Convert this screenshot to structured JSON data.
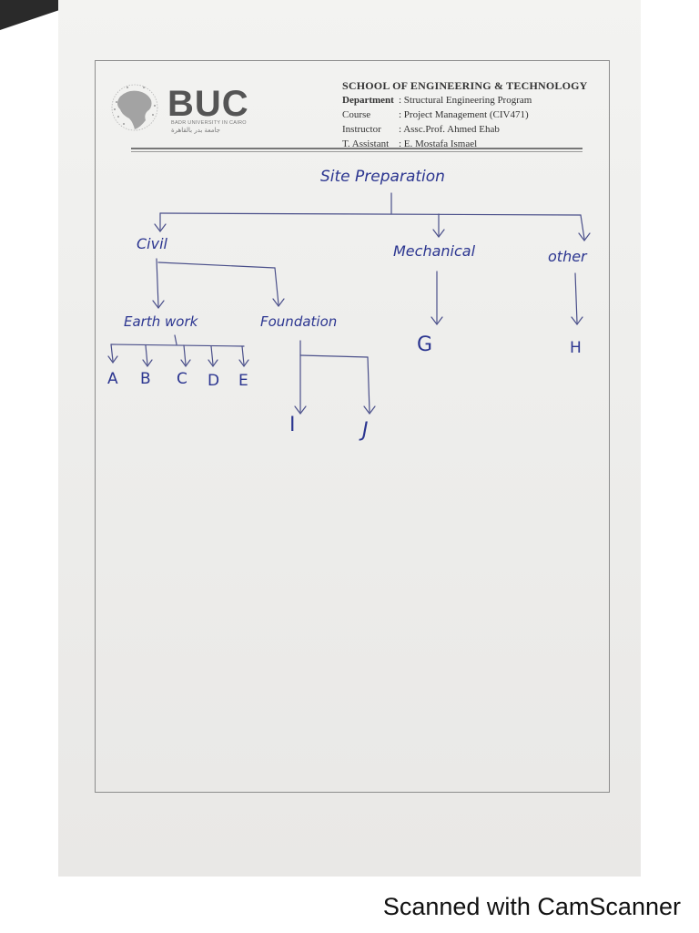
{
  "header": {
    "school": "SCHOOL OF ENGINEERING & TECHNOLOGY",
    "department_label": "Department",
    "department_value": ": Structural Engineering Program",
    "course_label": "Course",
    "course_value": ": Project Management  (CIV471)",
    "instructor_label": "Instructor",
    "instructor_value": ": Assc.Prof. Ahmed Ehab",
    "assistant_label": "T. Assistant",
    "assistant_value": ": E. Mostafa Ismael"
  },
  "logo": {
    "text": "BUC",
    "subtitle": "BADR UNIVERSITY IN CAIRO",
    "arabic": "جامعة بدر بالقاهرة"
  },
  "diagram": {
    "root": "Site Preparation",
    "level1": [
      "Civil",
      "Mechanical",
      "other"
    ],
    "civil_children": [
      "Earth work",
      "Foundation"
    ],
    "earthwork_children": [
      "A",
      "B",
      "C",
      "D",
      "E"
    ],
    "foundation_children": [
      "I",
      "J"
    ],
    "mechanical_child": "G",
    "other_child": "H"
  },
  "footer": {
    "text": "Scanned with CamScanner"
  }
}
